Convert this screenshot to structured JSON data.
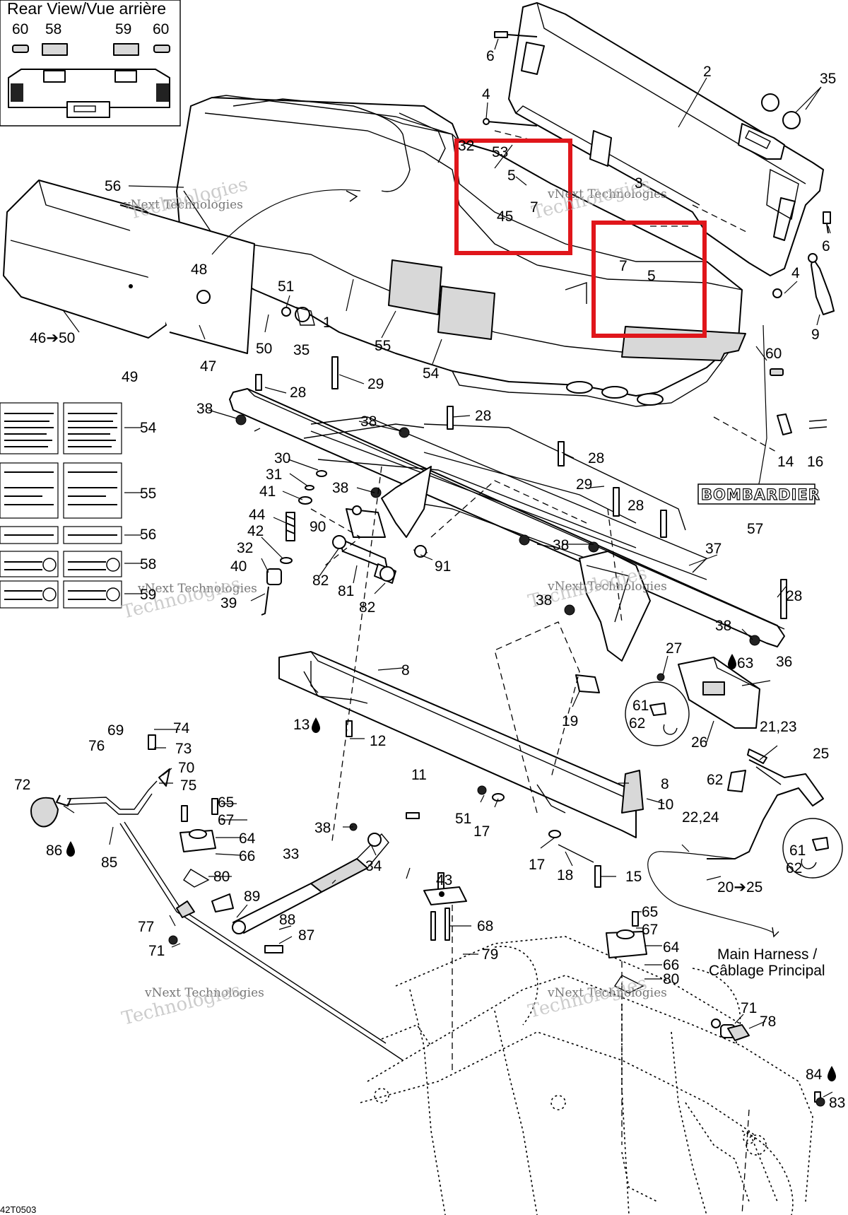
{
  "inset": {
    "title": "Rear View/Vue arrière",
    "callouts": [
      "60",
      "58",
      "59",
      "60"
    ]
  },
  "callouts": [
    {
      "id": "c6a",
      "text": "6"
    },
    {
      "id": "c2",
      "text": "2"
    },
    {
      "id": "c35a",
      "text": "35"
    },
    {
      "id": "c4a",
      "text": "4"
    },
    {
      "id": "c32",
      "text": "32"
    },
    {
      "id": "c53",
      "text": "53"
    },
    {
      "id": "c5a",
      "text": "5"
    },
    {
      "id": "c7a",
      "text": "7"
    },
    {
      "id": "c45",
      "text": "45"
    },
    {
      "id": "c3",
      "text": "3"
    },
    {
      "id": "c56",
      "text": "56"
    },
    {
      "id": "c6b",
      "text": "6"
    },
    {
      "id": "c7b",
      "text": "7"
    },
    {
      "id": "c5b",
      "text": "5"
    },
    {
      "id": "c4b",
      "text": "4"
    },
    {
      "id": "c9",
      "text": "9"
    },
    {
      "id": "c48",
      "text": "48"
    },
    {
      "id": "c51a",
      "text": "51"
    },
    {
      "id": "c1",
      "text": "1"
    },
    {
      "id": "c55a",
      "text": "55"
    },
    {
      "id": "c54a",
      "text": "54"
    },
    {
      "id": "c46",
      "text": "46➔50"
    },
    {
      "id": "c50",
      "text": "50"
    },
    {
      "id": "c35b",
      "text": "35"
    },
    {
      "id": "c49",
      "text": "49"
    },
    {
      "id": "c47",
      "text": "47"
    },
    {
      "id": "c60",
      "text": "60"
    },
    {
      "id": "c28a",
      "text": "28"
    },
    {
      "id": "c29a",
      "text": "29"
    },
    {
      "id": "c38a",
      "text": "38"
    },
    {
      "id": "c28b",
      "text": "28"
    },
    {
      "id": "c38b",
      "text": "38"
    },
    {
      "id": "c14",
      "text": "14"
    },
    {
      "id": "c16",
      "text": "16"
    },
    {
      "id": "c54b",
      "text": "54"
    },
    {
      "id": "c30",
      "text": "30"
    },
    {
      "id": "c28c",
      "text": "28"
    },
    {
      "id": "c31",
      "text": "31"
    },
    {
      "id": "c38c",
      "text": "38"
    },
    {
      "id": "c29b",
      "text": "29"
    },
    {
      "id": "c28d",
      "text": "28"
    },
    {
      "id": "c41",
      "text": "41"
    },
    {
      "id": "c55b",
      "text": "55"
    },
    {
      "id": "c44",
      "text": "44"
    },
    {
      "id": "c90",
      "text": "90"
    },
    {
      "id": "c57",
      "text": "57"
    },
    {
      "id": "c42",
      "text": "42"
    },
    {
      "id": "c56b",
      "text": "56"
    },
    {
      "id": "c37",
      "text": "37"
    },
    {
      "id": "c32b",
      "text": "32"
    },
    {
      "id": "c38d",
      "text": "38"
    },
    {
      "id": "c40",
      "text": "40"
    },
    {
      "id": "c58",
      "text": "58"
    },
    {
      "id": "c91",
      "text": "91"
    },
    {
      "id": "c82a",
      "text": "82"
    },
    {
      "id": "c81",
      "text": "81"
    },
    {
      "id": "c59",
      "text": "59"
    },
    {
      "id": "c39",
      "text": "39"
    },
    {
      "id": "c82b",
      "text": "82"
    },
    {
      "id": "c38e",
      "text": "38"
    },
    {
      "id": "c28e",
      "text": "28"
    },
    {
      "id": "c38f",
      "text": "38"
    },
    {
      "id": "c27",
      "text": "27"
    },
    {
      "id": "c63",
      "text": "63"
    },
    {
      "id": "c36",
      "text": "36"
    },
    {
      "id": "c8a",
      "text": "8"
    },
    {
      "id": "c61a",
      "text": "61"
    },
    {
      "id": "c62a",
      "text": "62"
    },
    {
      "id": "c13",
      "text": "13"
    },
    {
      "id": "c12",
      "text": "12"
    },
    {
      "id": "c19",
      "text": "19"
    },
    {
      "id": "c21",
      "text": "21,23"
    },
    {
      "id": "c26",
      "text": "26"
    },
    {
      "id": "c69",
      "text": "69"
    },
    {
      "id": "c74",
      "text": "74"
    },
    {
      "id": "c76",
      "text": "76"
    },
    {
      "id": "c73",
      "text": "73"
    },
    {
      "id": "c25",
      "text": "25"
    },
    {
      "id": "c70",
      "text": "70"
    },
    {
      "id": "c72",
      "text": "72"
    },
    {
      "id": "c11",
      "text": "11"
    },
    {
      "id": "c75",
      "text": "75"
    },
    {
      "id": "c62b",
      "text": "62"
    },
    {
      "id": "c8b",
      "text": "8"
    },
    {
      "id": "c65a",
      "text": "65"
    },
    {
      "id": "c10",
      "text": "10"
    },
    {
      "id": "c51b",
      "text": "51"
    },
    {
      "id": "c17a",
      "text": "17"
    },
    {
      "id": "c67a",
      "text": "67"
    },
    {
      "id": "c22",
      "text": "22,24"
    },
    {
      "id": "c64a",
      "text": "64"
    },
    {
      "id": "c38g",
      "text": "38"
    },
    {
      "id": "c86",
      "text": "86"
    },
    {
      "id": "c85",
      "text": "85"
    },
    {
      "id": "c33",
      "text": "33"
    },
    {
      "id": "c66a",
      "text": "66"
    },
    {
      "id": "c34",
      "text": "34"
    },
    {
      "id": "c17b",
      "text": "17"
    },
    {
      "id": "c18",
      "text": "18"
    },
    {
      "id": "c15",
      "text": "15"
    },
    {
      "id": "c61b",
      "text": "61"
    },
    {
      "id": "c62c",
      "text": "62"
    },
    {
      "id": "c80a",
      "text": "80"
    },
    {
      "id": "c43",
      "text": "43"
    },
    {
      "id": "c20",
      "text": "20➔25"
    },
    {
      "id": "c89",
      "text": "89"
    },
    {
      "id": "c65b",
      "text": "65"
    },
    {
      "id": "c67b",
      "text": "67"
    },
    {
      "id": "c77",
      "text": "77"
    },
    {
      "id": "c88",
      "text": "88"
    },
    {
      "id": "c68",
      "text": "68"
    },
    {
      "id": "c87",
      "text": "87"
    },
    {
      "id": "c64b",
      "text": "64"
    },
    {
      "id": "c71a",
      "text": "71"
    },
    {
      "id": "c79",
      "text": "79"
    },
    {
      "id": "c66b",
      "text": "66"
    },
    {
      "id": "c80b",
      "text": "80"
    },
    {
      "id": "c71b",
      "text": "71"
    },
    {
      "id": "c78",
      "text": "78"
    },
    {
      "id": "c84",
      "text": "84"
    },
    {
      "id": "c83",
      "text": "83"
    }
  ],
  "harness_label": {
    "line1": "Main Harness /",
    "line2": "Câblage Principal"
  },
  "brand_decal": "BOMBARDIER",
  "watermark": {
    "line1": "vNext Technologies",
    "line2": "Technologies"
  },
  "figure_code": "42T0503",
  "colors": {
    "highlight": "#e0161b",
    "ink": "#000000",
    "watermark": "#bbbbbb"
  }
}
